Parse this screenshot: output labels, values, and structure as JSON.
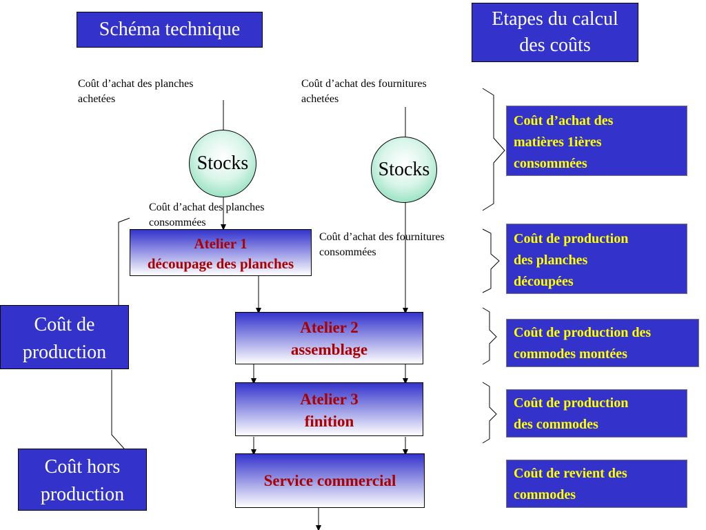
{
  "title": "Schéma technique",
  "header_right": {
    "line1": "Etapes du calcul",
    "line2": "des coûts"
  },
  "purchases": {
    "planches": {
      "line1": "Coût  d’achat des planches",
      "line2": "achetées"
    },
    "fournitures": {
      "line1": "Coût  d’achat des fournitures",
      "line2": "achetées"
    }
  },
  "stocks": {
    "left": "Stocks",
    "right": "Stocks"
  },
  "consumed": {
    "planches": {
      "line1": "Coût  d’achat des planches",
      "line2": "consommées"
    },
    "fournitures": {
      "line1": "Coût  d’achat des fournitures",
      "line2": "consommées"
    }
  },
  "ateliers": [
    {
      "line1": "Atelier 1",
      "line2": "découpage des planches"
    },
    {
      "line1": "Atelier 2",
      "line2": "assemblage"
    },
    {
      "line1": "Atelier 3",
      "line2": "finition"
    },
    {
      "line1": "Service commercial",
      "line2": ""
    }
  ],
  "left_labels": {
    "production": {
      "line1": "Coût  de",
      "line2": "production"
    },
    "hors_production": {
      "line1": "Coût  hors",
      "line2": "production"
    }
  },
  "stages": [
    {
      "line1": "Coût  d’achat des",
      "line2": "matières 1ières",
      "line3": "consommées"
    },
    {
      "line1": "Coût  de production",
      "line2": "des planches",
      "line3": "découpées"
    },
    {
      "line1": "Coût  de production des",
      "line2": "commodes montées",
      "line3": ""
    },
    {
      "line1": "Coût  de production",
      "line2": "des commodes",
      "line3": ""
    },
    {
      "line1": "Coût  de revient des",
      "line2": "commodes",
      "line3": ""
    }
  ],
  "colors": {
    "box_blue": "#3333cc",
    "box_text_yellow": "#ffff00",
    "atelier_text": "#aa0000",
    "stock_green": "#6fd6a8"
  }
}
